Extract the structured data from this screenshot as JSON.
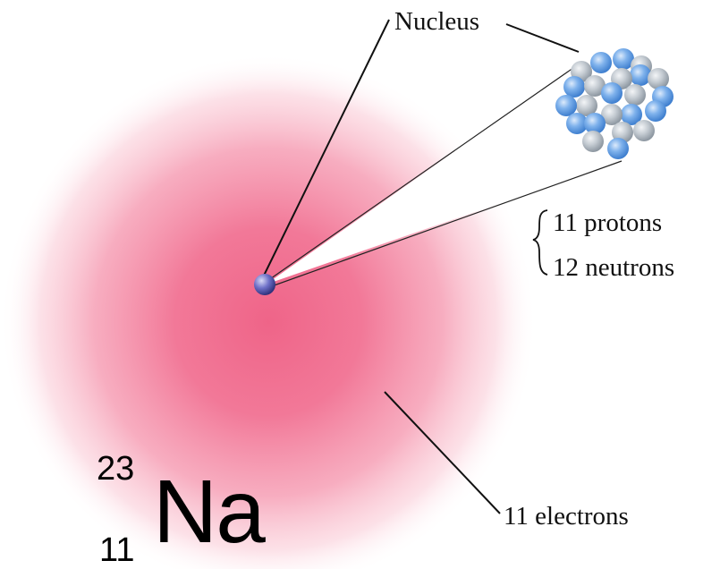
{
  "labels": {
    "nucleus": "Nucleus",
    "protons": "11 protons",
    "neutrons": "12 neutrons",
    "electrons": "11 electrons"
  },
  "symbol": {
    "mass_number": "23",
    "atomic_number": "11",
    "element": "Na"
  },
  "colors": {
    "electron_cloud": "#ee5c82",
    "proton": "#5b9be0",
    "neutron": "#b4bcc4",
    "nucleus_dot": "#4b4ea8",
    "leader_line": "#111111"
  }
}
